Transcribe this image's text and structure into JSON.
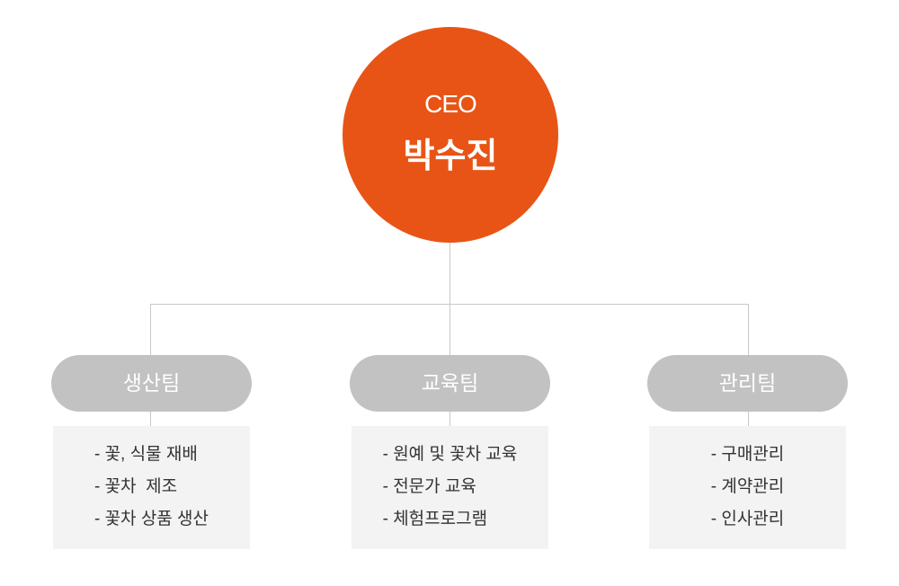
{
  "ceo": {
    "role": "CEO",
    "name": "박수진"
  },
  "colors": {
    "ceo": "#e85415",
    "team": "#c2c2c2",
    "box": "#f3f3f3"
  },
  "teams": [
    {
      "name": "생산팀",
      "items": [
        "- 꽃, 식물 재배",
        "- 꽃차  제조",
        "- 꽃차 상품 생산"
      ]
    },
    {
      "name": "교육팀",
      "items": [
        "- 원예 및 꽃차 교육",
        "- 전문가 교육",
        "- 체험프로그램"
      ]
    },
    {
      "name": "관리팀",
      "items": [
        "- 구매관리",
        "- 계약관리",
        "- 인사관리"
      ]
    }
  ]
}
